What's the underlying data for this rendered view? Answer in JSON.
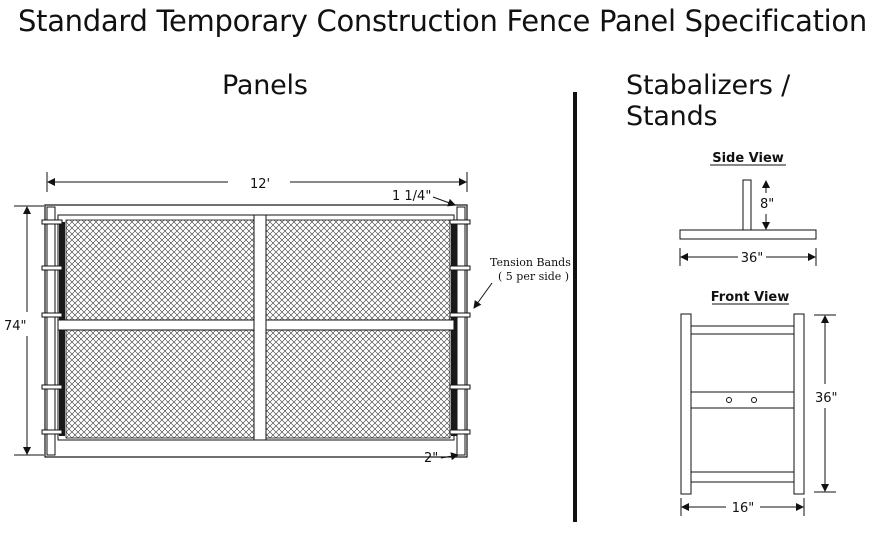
{
  "title": "Standard Temporary Construction Fence Panel Specification",
  "sections": {
    "panels": "Panels",
    "stands": "Stabalizers / Stands"
  },
  "panel": {
    "width_label": "12'",
    "height_label": "74\"",
    "post_label": "1 1/4\"",
    "foot_label": "2\"",
    "tension_label_1": "Tension Bands",
    "tension_label_2": "( 5 per side )"
  },
  "stand": {
    "side_view_label": "Side View",
    "side_height_label": "8\"",
    "side_width_label": "36\"",
    "front_view_label": "Front View",
    "front_height_label": "36\"",
    "front_width_label": "16\""
  }
}
